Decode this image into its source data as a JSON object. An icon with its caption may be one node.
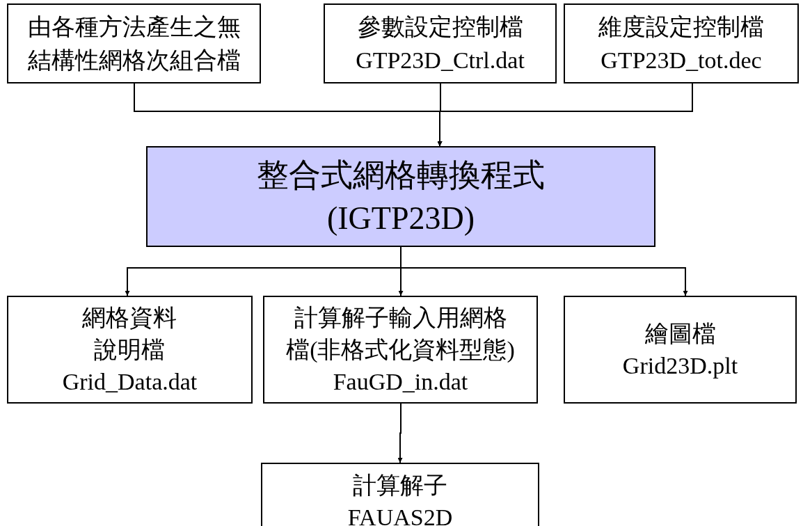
{
  "diagram": {
    "nodes": [
      {
        "text": [
          "由各種方法產生之無結構性網格次組合檔"
        ]
      },
      {
        "text": [
          "參數設定控制檔 GTP23D_Ctrl.dat"
        ]
      },
      {
        "text": [
          "維度設定控制檔 GTP23D_tot.dec"
        ]
      },
      {
        "text": [
          "整合式網格轉換程式 (IGTP23D)"
        ]
      },
      {
        "text": [
          "網格資料說明檔 Grid_Data.dat"
        ]
      },
      {
        "text": [
          "計算解子輸入用網格檔(非格式化資料型態) FauGD_in.dat"
        ]
      },
      {
        "text": [
          "繪圖檔 Grid23D.plt"
        ]
      },
      {
        "text": [
          "計算解子 FAUAS2D"
        ]
      }
    ],
    "edges": [
      {
        "from": 0,
        "to": 3,
        "arrow": "to"
      },
      {
        "from": 1,
        "to": 3,
        "arrow": "to"
      },
      {
        "from": 2,
        "to": 3,
        "arrow": "to"
      },
      {
        "from": 3,
        "to": 4,
        "arrow": "to"
      },
      {
        "from": 3,
        "to": 5,
        "arrow": "to"
      },
      {
        "from": 3,
        "to": 6,
        "arrow": "to"
      },
      {
        "from": 5,
        "to": 7,
        "arrow": "to"
      }
    ]
  }
}
